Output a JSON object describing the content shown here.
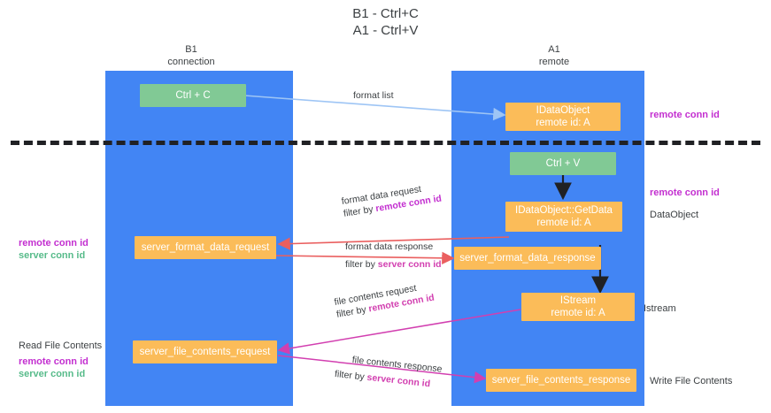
{
  "title": {
    "line1": "B1 - Ctrl+C",
    "line2": "A1 - Ctrl+V"
  },
  "columns": [
    {
      "name": "b1",
      "label_line1": "B1",
      "label_line2": "connection"
    },
    {
      "name": "a1",
      "label_line1": "A1",
      "label_line2": "remote"
    }
  ],
  "nodes": {
    "ctrl_c": {
      "line1": "Ctrl + C",
      "line2": ""
    },
    "idataobject": {
      "line1": "IDataObject",
      "line2": "remote id: A"
    },
    "ctrl_v": {
      "line1": "Ctrl + V",
      "line2": ""
    },
    "getdata": {
      "line1": "IDataObject::GetData",
      "line2": "remote id: A"
    },
    "format_data_request": {
      "line1": "server_format_data_request",
      "line2": ""
    },
    "format_data_response": {
      "line1": "server_format_data_response",
      "line2": ""
    },
    "istream": {
      "line1": "IStream",
      "line2": "remote id: A"
    },
    "file_contents_request": {
      "line1": "server_file_contents_request",
      "line2": ""
    },
    "file_contents_response": {
      "line1": "server_file_contents_response",
      "line2": ""
    }
  },
  "edges": {
    "format_list": {
      "text": "format list"
    },
    "format_data_request": {
      "text": "format data request",
      "filter_prefix": "filter by ",
      "filter_key": "remote conn id"
    },
    "format_data_response": {
      "text": "format data response",
      "filter_prefix": "filter by ",
      "filter_key": "server conn id"
    },
    "file_contents_request": {
      "text": "file contents request",
      "filter_prefix": "filter by ",
      "filter_key": "remote conn id"
    },
    "file_contents_response": {
      "text": "file contents response",
      "filter_prefix": "filter by ",
      "filter_key": "server conn id"
    }
  },
  "annotations": {
    "right_remote_conn_id_top": "remote conn id",
    "right_remote_conn_id_mid": "remote conn id",
    "right_dataobject": "DataObject",
    "right_istream": "Istream",
    "right_write_file_contents": "Write File Contents",
    "left_remote_conn_id_mid": "remote conn id",
    "left_server_conn_id_mid": "server conn id",
    "left_read_file_contents": "Read File Contents",
    "left_remote_conn_id_bot": "remote conn id",
    "left_server_conn_id_bot": "server conn id"
  },
  "colors": {
    "lane": "#4285f4",
    "green_box": "#81c995",
    "orange_box": "#fbbc59",
    "purple_text": "#c32fd0",
    "green_text": "#57bb8a",
    "dark_text": "#3c4043",
    "arrow_blue": "#9ec5f5",
    "arrow_red": "#ea5f5f",
    "arrow_magenta": "#d23fb0",
    "arrow_black": "#202124"
  }
}
